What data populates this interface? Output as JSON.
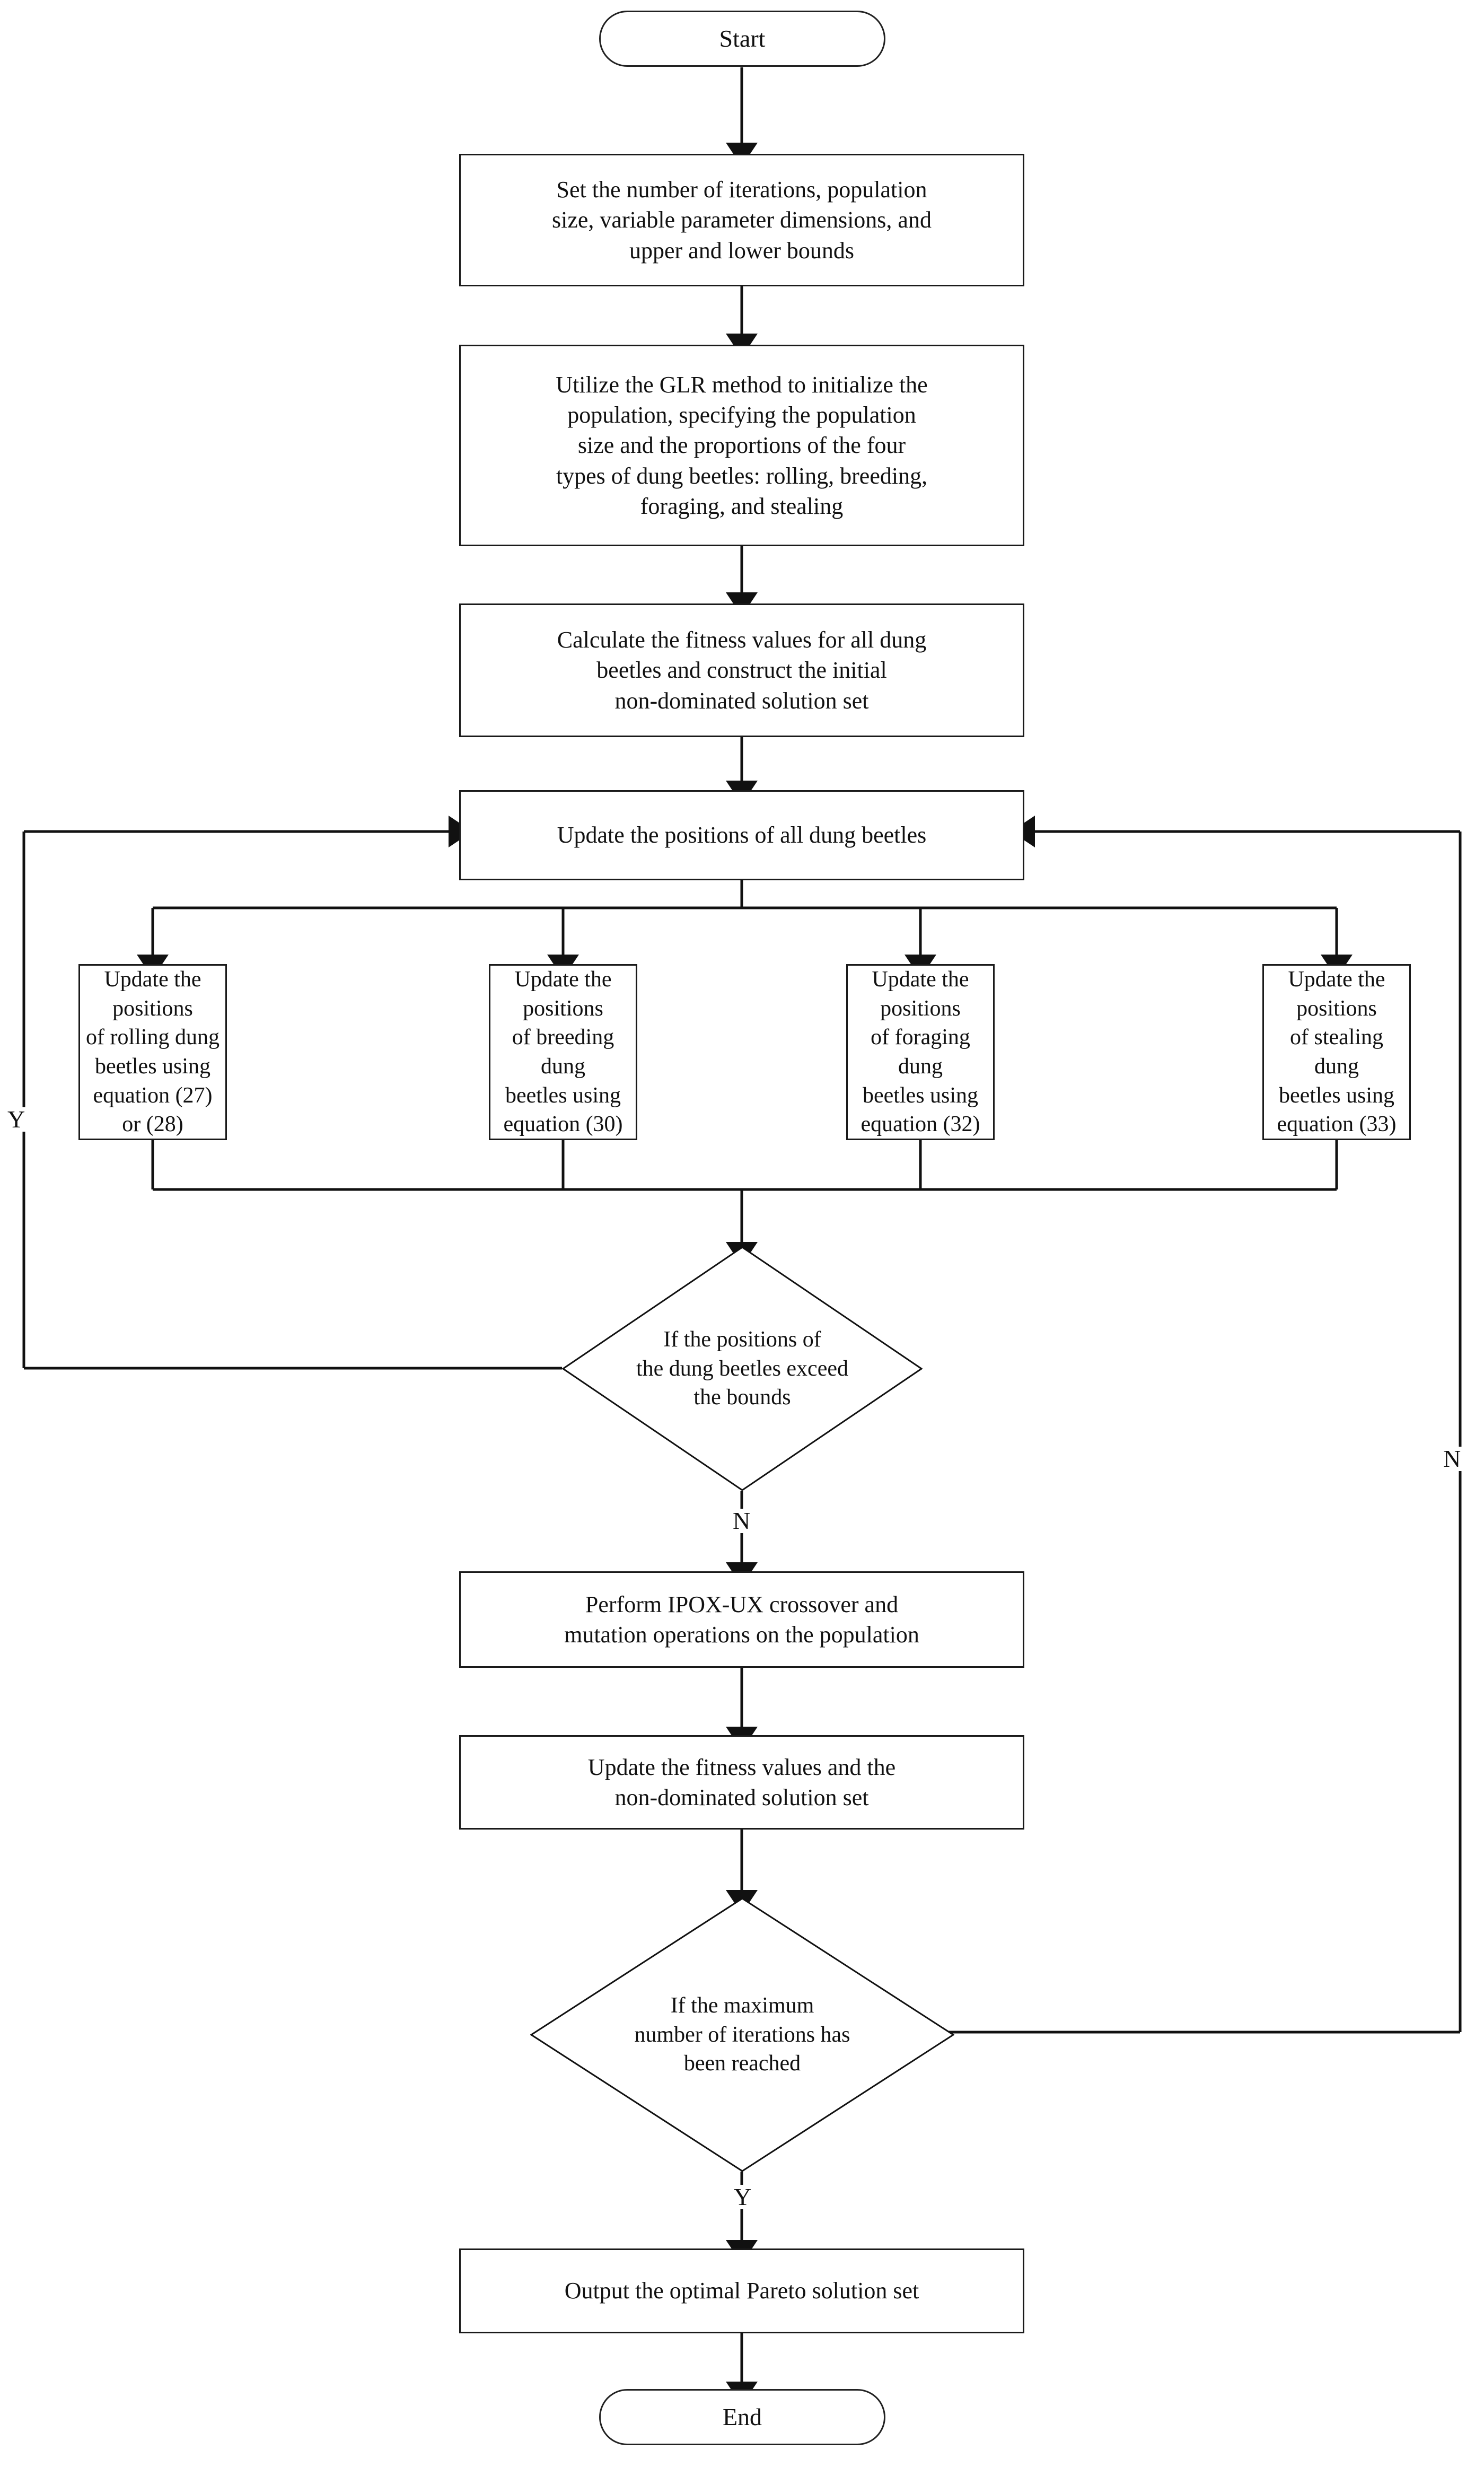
{
  "diagram": {
    "title": "Multi-objective improved dung beetle optimizer flowchart",
    "type": "flowchart",
    "orientation": "top-to-bottom",
    "colors": {
      "stroke": "#1a1a1a",
      "fill": "#ffffff",
      "text": "#111111"
    }
  },
  "nodes": {
    "start": {
      "shape": "terminator",
      "label": "Start"
    },
    "init_params": {
      "shape": "process",
      "lines": [
        "Set the number of iterations, population",
        "size, variable parameter dimensions, and",
        "upper and lower bounds"
      ]
    },
    "glr_init": {
      "shape": "process",
      "lines": [
        "Utilize the GLR method to initialize the",
        "population, specifying the population",
        "size and the proportions of the four",
        "types of dung beetles: rolling, breeding,",
        "foraging, and stealing"
      ]
    },
    "fitness_init": {
      "shape": "process",
      "lines": [
        "Calculate the fitness values for all dung",
        "beetles and construct the initial",
        "non-dominated solution set"
      ]
    },
    "update_all": {
      "shape": "process",
      "lines": [
        "Update the positions of all dung beetles"
      ]
    },
    "rolling": {
      "shape": "process",
      "lines": [
        "Update the positions",
        "of rolling dung",
        "beetles using",
        "equation (27) or (28)"
      ]
    },
    "breeding": {
      "shape": "process",
      "lines": [
        "Update the positions",
        "of breeding dung",
        "beetles using",
        "equation (30)"
      ]
    },
    "foraging": {
      "shape": "process",
      "lines": [
        "Update the positions",
        "of foraging dung",
        "beetles using",
        "equation (32)"
      ]
    },
    "stealing": {
      "shape": "process",
      "lines": [
        "Update the positions",
        "of stealing dung",
        "beetles using",
        "equation (33)"
      ]
    },
    "bounds_check": {
      "shape": "decision",
      "lines": [
        "If the positions of",
        "the dung beetles exceed",
        "the bounds"
      ]
    },
    "crossover": {
      "shape": "process",
      "lines": [
        "Perform IPOX-UX crossover and",
        "mutation operations on the population"
      ]
    },
    "update_fitness": {
      "shape": "process",
      "lines": [
        "Update the fitness values and the",
        "non-dominated solution set"
      ]
    },
    "max_iter": {
      "shape": "decision",
      "lines": [
        "If the maximum",
        "number of iterations has",
        "been reached"
      ]
    },
    "output": {
      "shape": "process",
      "lines": [
        "Output the optimal Pareto solution set"
      ]
    },
    "end": {
      "shape": "terminator",
      "label": "End"
    }
  },
  "edge_labels": {
    "bounds_yes": "Y",
    "bounds_no": "N",
    "maxiter_no": "N",
    "maxiter_yes": "Y"
  },
  "edges": [
    {
      "from": "start",
      "to": "init_params",
      "label": ""
    },
    {
      "from": "init_params",
      "to": "glr_init",
      "label": ""
    },
    {
      "from": "glr_init",
      "to": "fitness_init",
      "label": ""
    },
    {
      "from": "fitness_init",
      "to": "update_all",
      "label": ""
    },
    {
      "from": "update_all",
      "to": "rolling",
      "label": ""
    },
    {
      "from": "update_all",
      "to": "breeding",
      "label": ""
    },
    {
      "from": "update_all",
      "to": "foraging",
      "label": ""
    },
    {
      "from": "update_all",
      "to": "stealing",
      "label": ""
    },
    {
      "from": "rolling",
      "to": "bounds_check",
      "label": ""
    },
    {
      "from": "breeding",
      "to": "bounds_check",
      "label": ""
    },
    {
      "from": "foraging",
      "to": "bounds_check",
      "label": ""
    },
    {
      "from": "stealing",
      "to": "bounds_check",
      "label": ""
    },
    {
      "from": "bounds_check",
      "to": "update_all",
      "label": "Y"
    },
    {
      "from": "bounds_check",
      "to": "crossover",
      "label": "N"
    },
    {
      "from": "crossover",
      "to": "update_fitness",
      "label": ""
    },
    {
      "from": "update_fitness",
      "to": "max_iter",
      "label": ""
    },
    {
      "from": "max_iter",
      "to": "update_all",
      "label": "N"
    },
    {
      "from": "max_iter",
      "to": "output",
      "label": "Y"
    },
    {
      "from": "output",
      "to": "end",
      "label": ""
    }
  ]
}
